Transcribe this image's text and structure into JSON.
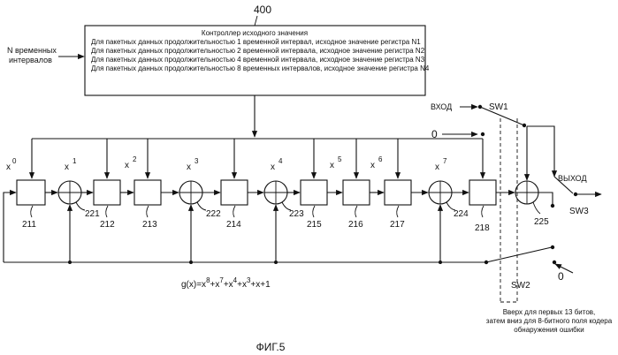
{
  "controller": {
    "ref": "400",
    "title": "Контроллер исходного значения",
    "lines": [
      "Для пакетных данных продолжительностью 1 временной интервал, исходное значение регистра N1",
      "Для пакетных данных продолжительностью 2 временной интервала, исходное значение регистра N2",
      "Для пакетных данных продолжительностью 4 временной интервала, исходное значение регистра N3",
      "Для пакетных данных продолжительностью 8 временных интервалов, исходное значение регистра N4"
    ]
  },
  "input_label": [
    "N временных",
    "интервалов"
  ],
  "register_powers": [
    {
      "base": "x",
      "exp": "0"
    },
    {
      "base": "x",
      "exp": "1"
    },
    {
      "base": "x",
      "exp": "2"
    },
    {
      "base": "x",
      "exp": "3"
    },
    {
      "base": "x",
      "exp": "4"
    },
    {
      "base": "x",
      "exp": "5"
    },
    {
      "base": "x",
      "exp": "6"
    },
    {
      "base": "x",
      "exp": "7"
    }
  ],
  "register_refs": [
    "211",
    "212",
    "213",
    "214",
    "215",
    "216",
    "217",
    "218"
  ],
  "adder_refs": [
    "221",
    "222",
    "223",
    "224",
    "225"
  ],
  "switches": {
    "sw1": "SW1",
    "sw2": "SW2",
    "sw3": "SW3",
    "input": "ВХОД",
    "zero_top": "0",
    "zero_bottom": "0",
    "output": "ВЫХОД"
  },
  "polynomial": {
    "prefix": "g(x)=x",
    "terms": [
      {
        "exp": "8",
        "after": "+x"
      },
      {
        "exp": "7",
        "after": "+x"
      },
      {
        "exp": "4",
        "after": "+x"
      },
      {
        "exp": "3",
        "after": "+x+1"
      }
    ]
  },
  "note": [
    "Вверх для первых 13 битов,",
    "затем вниз для 8-битного поля кодера",
    "обнаружения ошибки"
  ],
  "caption": "ФИГ.5"
}
